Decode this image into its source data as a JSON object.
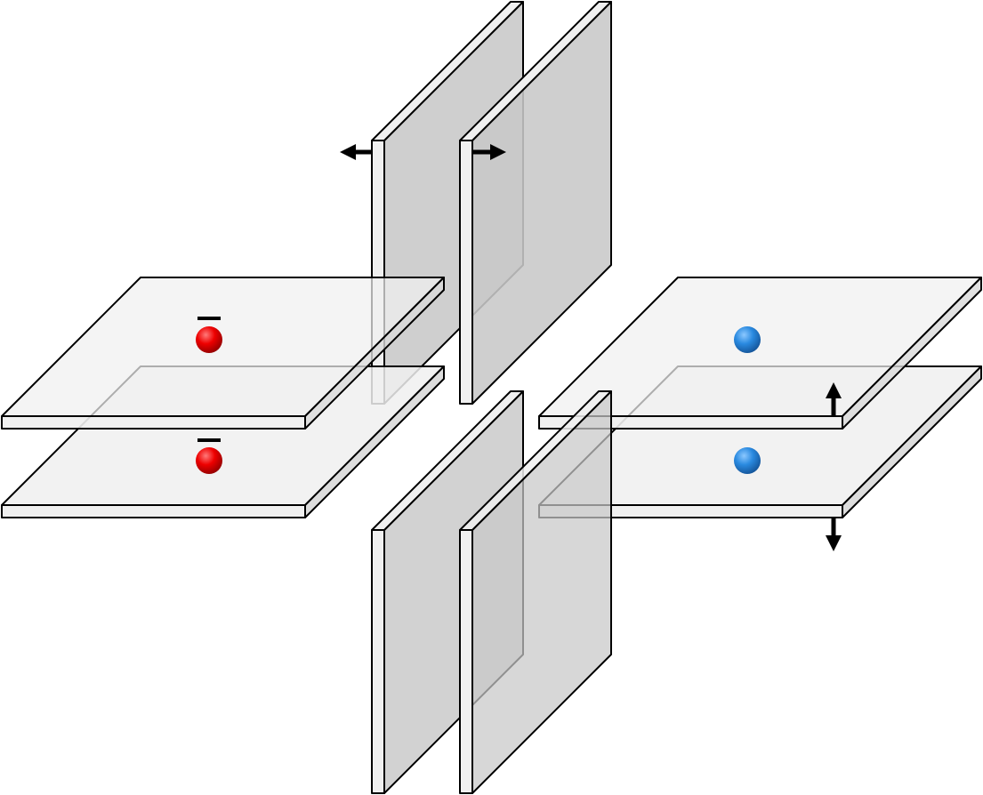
{
  "colors": {
    "background": "#ffffff",
    "outline": "#000000",
    "horizontal_plate_face": "#f0f0f0",
    "horizontal_plate_side": "#d9d9d9",
    "vertical_plate_face": "#c8c8c8",
    "vertical_plate_edge": "#f0f0f0",
    "negative_charge": "#e00000",
    "positive_charge": "#2a8ae0",
    "arrow": "#000000"
  },
  "icons": {
    "negative_sign": "minus-sign-icon",
    "negative_particle": "red-sphere-icon",
    "positive_particle": "blue-sphere-icon",
    "force_arrow": "arrow-icon"
  },
  "elements": {
    "left_plate_pair": [
      "top-plate",
      "bottom-plate"
    ],
    "right_plate_pair": [
      "top-plate",
      "bottom-plate"
    ],
    "upper_vertical_pair": [
      "left-plate",
      "right-plate"
    ],
    "lower_vertical_pair": [
      "left-plate",
      "right-plate"
    ],
    "negative_charges": 2,
    "positive_charges": 2,
    "force_arrows": [
      "left",
      "right",
      "up",
      "down"
    ]
  }
}
